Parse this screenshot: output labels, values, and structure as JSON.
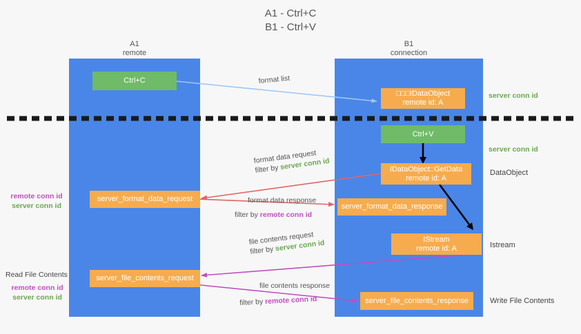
{
  "title": {
    "line1": "A1 - Ctrl+C",
    "line2": "B1 - Ctrl+V"
  },
  "lanes": [
    {
      "name": "A1",
      "role": "remote"
    },
    {
      "name": "B1",
      "role": "connection"
    }
  ],
  "colors": {
    "lane": "#4a86e8",
    "box_orange": "#f6ac4e",
    "box_green": "#6fbb68",
    "server_conn_id": "#6aa84f",
    "remote_conn_id": "#c14ec1",
    "arrow_blue": "#9fc5f8",
    "arrow_red": "#e06666",
    "arrow_magenta": "#c14ec1",
    "arrow_black": "#000000",
    "background": "#f7f7f7"
  },
  "nodes": {
    "ctrl_c": {
      "label": "Ctrl+C"
    },
    "ctrl_v": {
      "label": "Ctrl+V"
    },
    "idataobject": {
      "line1": "□□□IDataObject",
      "line2": "remote id: A"
    },
    "getdata": {
      "line1": "IDataObject::GetData",
      "line2": "remote id: A"
    },
    "istream": {
      "line1": "IStream",
      "line2": "remote id: A"
    },
    "server_format_data_request": {
      "label": "server_format_data_request"
    },
    "server_format_data_response": {
      "label": "server_format_data_response"
    },
    "server_file_contents_request": {
      "label": "server_file_contents_request"
    },
    "server_file_contents_response": {
      "label": "server_file_contents_response"
    }
  },
  "edge_labels": {
    "format_list": "format list",
    "format_data_request": "format data request",
    "format_data_request_filter_prefix": "filter by ",
    "format_data_request_filter_key": "server conn id",
    "format_data_response": "format data response",
    "format_data_response_filter_prefix": "filter by ",
    "format_data_response_filter_key": "remote conn id",
    "file_contents_request": "file contents request",
    "file_contents_request_filter_prefix": "filter by ",
    "file_contents_request_filter_key": "server conn id",
    "file_contents_response": "file contents response",
    "file_contents_response_filter_prefix": "filter by ",
    "file_contents_response_filter_key": "remote conn id"
  },
  "left_annotations": {
    "format_remote": "remote conn id",
    "format_server": "server conn id",
    "read_file_contents": "Read File Contents",
    "file_remote": "remote conn id",
    "file_server": "server conn id"
  },
  "right_annotations": {
    "server_conn_id_top": "server conn id",
    "server_conn_id_second": "server conn id",
    "dataobject": "DataObject",
    "istream": "Istream",
    "write_file_contents": "Write File Contents"
  }
}
